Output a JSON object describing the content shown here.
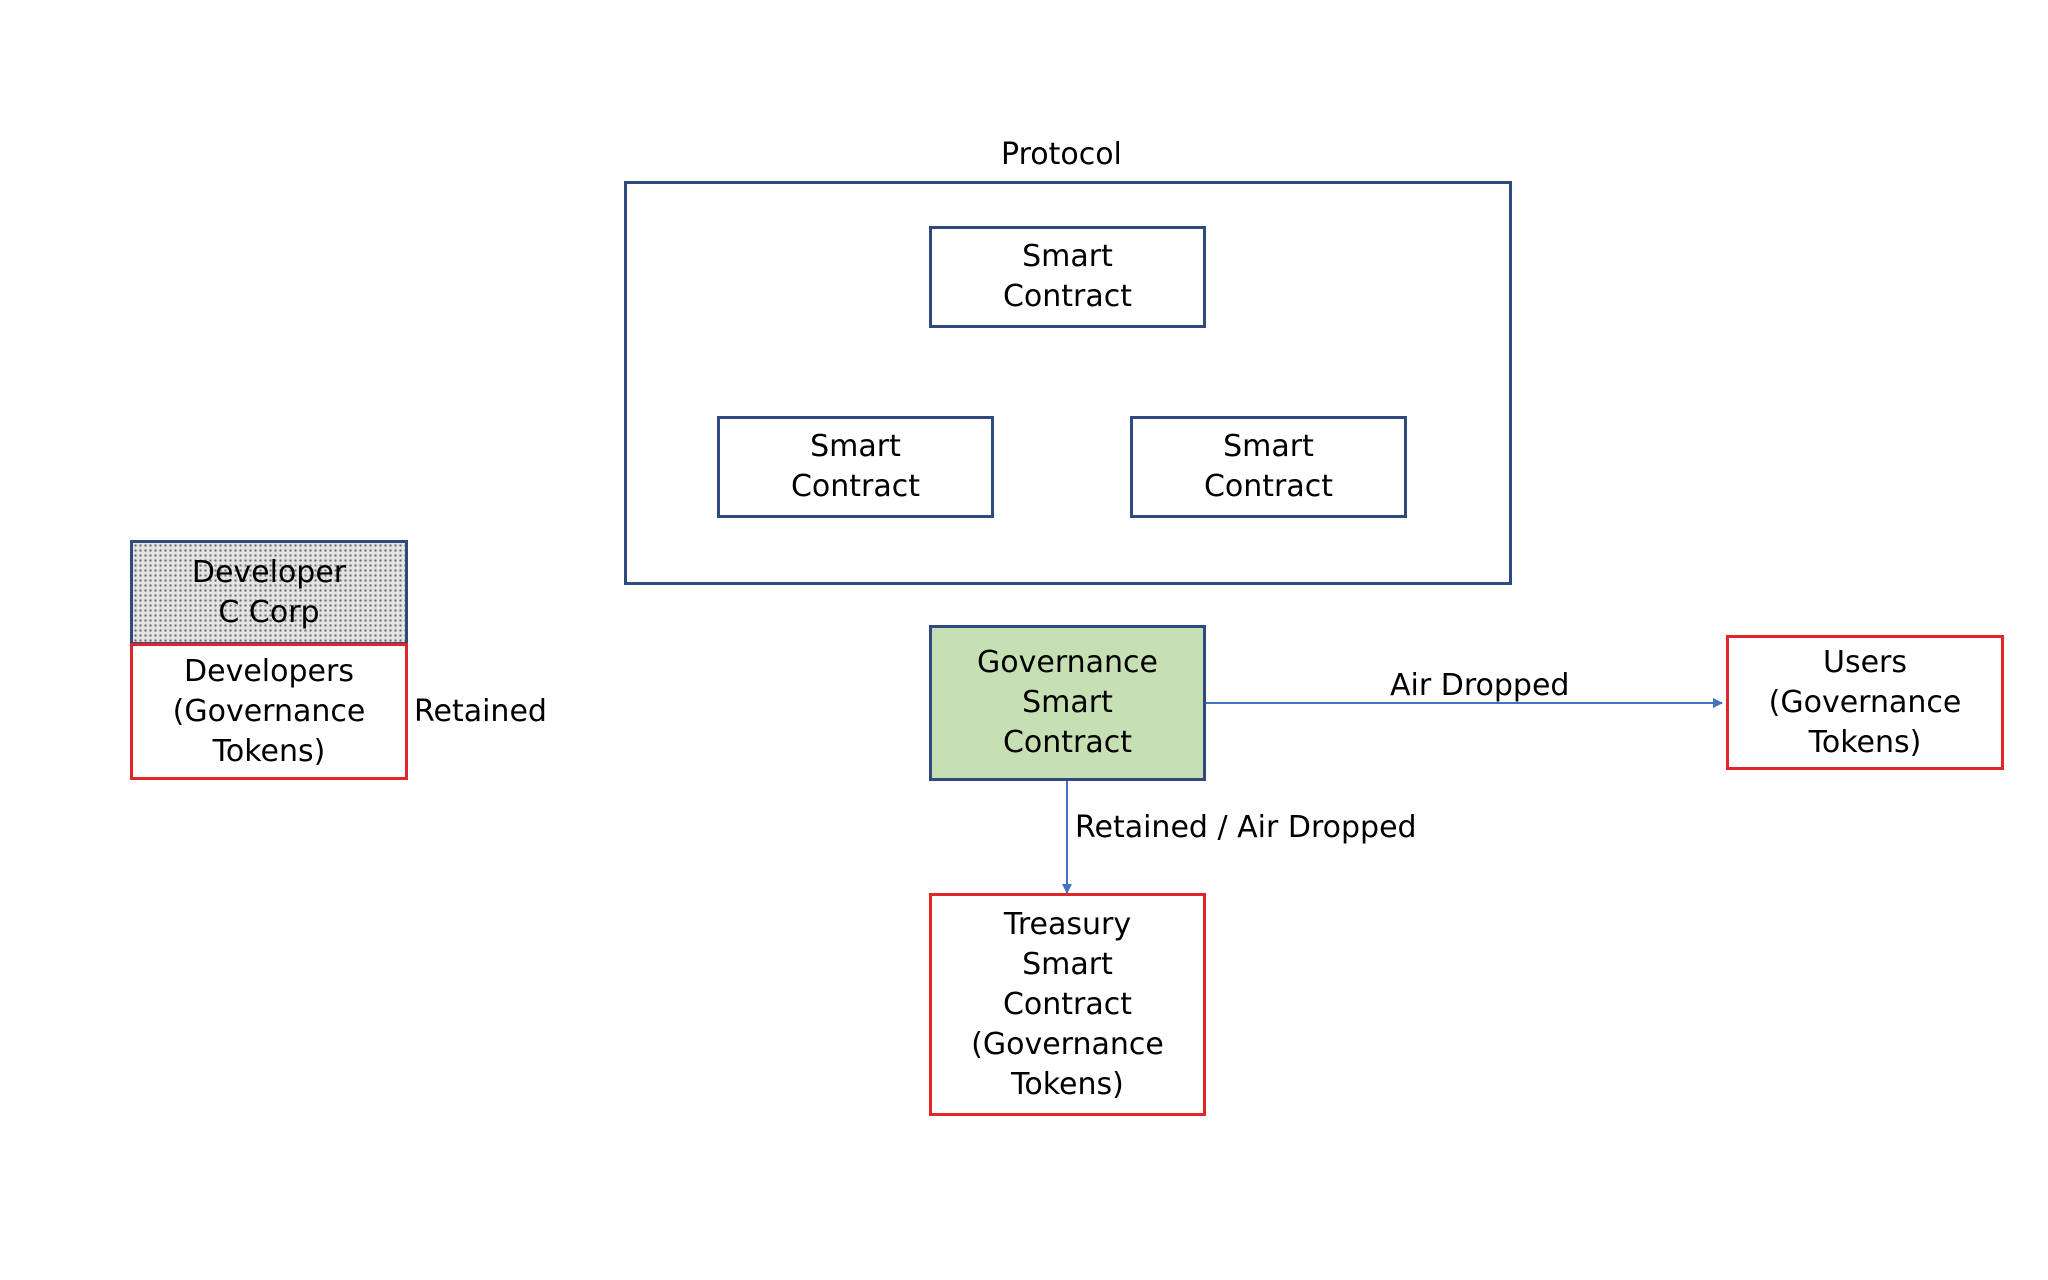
{
  "protocol": {
    "title": "Protocol",
    "contracts": [
      {
        "lines": [
          "Smart",
          "Contract"
        ]
      },
      {
        "lines": [
          "Smart",
          "Contract"
        ]
      },
      {
        "lines": [
          "Smart",
          "Contract"
        ]
      }
    ]
  },
  "developer_corp": {
    "lines": [
      "Developer",
      "C Corp"
    ]
  },
  "developers": {
    "lines": [
      "Developers",
      "(Governance",
      "Tokens)"
    ]
  },
  "developers_edge_label": "Retained",
  "governance": {
    "lines": [
      "Governance",
      "Smart",
      "Contract"
    ]
  },
  "users": {
    "lines": [
      "Users",
      "(Governance",
      "Tokens)"
    ]
  },
  "treasury": {
    "lines": [
      "Treasury",
      "Smart",
      "Contract",
      "(Governance",
      "Tokens)"
    ]
  },
  "edges": {
    "to_users": "Air Dropped",
    "to_treasury": "Retained / Air Dropped"
  },
  "colors": {
    "navy_border": "#2f4a7c",
    "red_border": "#e0262b",
    "governance_fill": "#c6e0b4",
    "arrow": "#4472c4"
  }
}
